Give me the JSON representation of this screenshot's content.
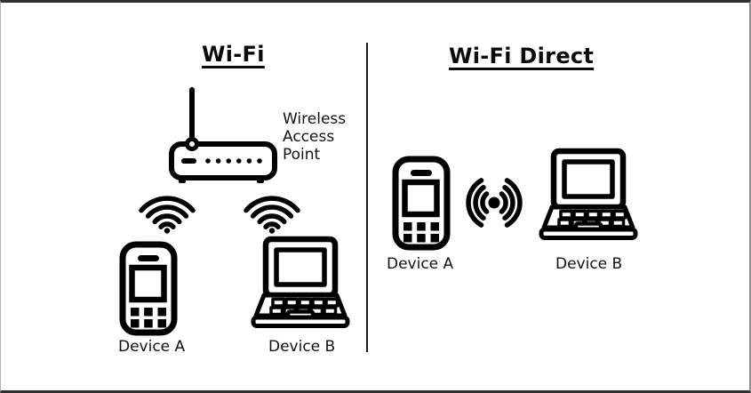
{
  "left_panel": {
    "title": "Wi-Fi",
    "access_point_label": "Wireless\nAccess\nPoint",
    "device_a_label": "Device A",
    "device_b_label": "Device B"
  },
  "right_panel": {
    "title": "Wi-Fi Direct",
    "device_a_label": "Device A",
    "device_b_label": "Device B"
  },
  "icons": {
    "access_point": "router-access-point-icon",
    "wifi_signal": "wifi-signal-icon",
    "phone": "mobile-phone-icon",
    "laptop": "laptop-icon",
    "radio_waves": "radio-waves-icon"
  },
  "colors": {
    "ink": "#000000",
    "background": "#ffffff",
    "border": "#2f2f2f"
  }
}
